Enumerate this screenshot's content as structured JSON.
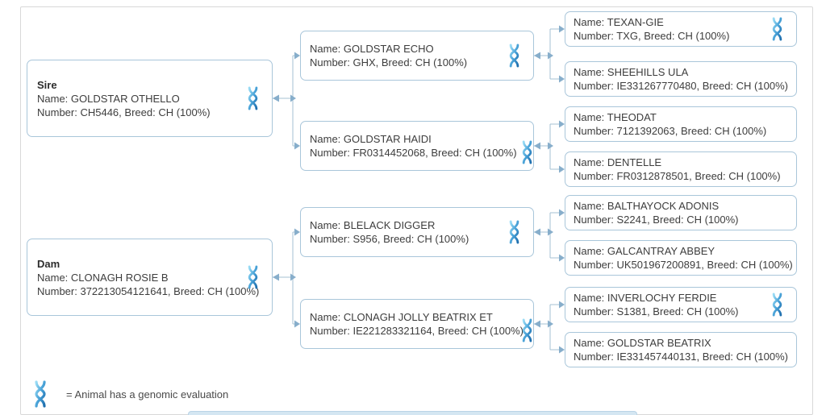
{
  "labels": {
    "name_prefix": "Name: ",
    "number_prefix": "Number: ",
    "breed_prefix": ", Breed: "
  },
  "legend": {
    "text": "= Animal has a genomic evaluation"
  },
  "colors": {
    "box_border": "#a9c6da",
    "panel_border": "#d8d8d8",
    "connector_line": "#a5c1d3",
    "connector_arrow": "#87aecb",
    "dna_light": "#9adcf5",
    "dna_dark": "#1f6fae",
    "text": "#3d3d3d"
  },
  "tree": {
    "sire": {
      "role": "Sire",
      "name": "GOLDSTAR OTHELLO",
      "number": "CH5446",
      "breed": "CH (100%)",
      "genomic": true
    },
    "dam": {
      "role": "Dam",
      "name": "CLONAGH ROSIE B",
      "number": "372213054121641",
      "breed": "CH (100%)",
      "genomic": true
    },
    "sire_sire": {
      "name": "GOLDSTAR ECHO",
      "number": "GHX",
      "breed": "CH (100%)",
      "genomic": true
    },
    "sire_dam": {
      "name": "GOLDSTAR HAIDI",
      "number": "FR0314452068",
      "breed": "CH (100%)",
      "genomic": true
    },
    "dam_sire": {
      "name": "BLELACK DIGGER",
      "number": "S956",
      "breed": "CH (100%)",
      "genomic": true
    },
    "dam_dam": {
      "name": "CLONAGH JOLLY BEATRIX ET",
      "number": "IE221283321164",
      "breed": "CH (100%)",
      "genomic": true
    },
    "sire_sire_sire": {
      "name": "TEXAN-GIE",
      "number": "TXG",
      "breed": "CH (100%)",
      "genomic": true
    },
    "sire_sire_dam": {
      "name": "SHEEHILLS ULA",
      "number": "IE331267770480",
      "breed": "CH (100%)",
      "genomic": false
    },
    "sire_dam_sire": {
      "name": "THEODAT",
      "number": "7121392063",
      "breed": "CH (100%)",
      "genomic": false
    },
    "sire_dam_dam": {
      "name": "DENTELLE",
      "number": "FR0312878501",
      "breed": "CH (100%)",
      "genomic": false
    },
    "dam_sire_sire": {
      "name": "BALTHAYOCK ADONIS",
      "number": "S2241",
      "breed": "CH (100%)",
      "genomic": false
    },
    "dam_sire_dam": {
      "name": "GALCANTRAY ABBEY",
      "number": "UK501967200891",
      "breed": "CH (100%)",
      "genomic": false
    },
    "dam_dam_sire": {
      "name": "INVERLOCHY FERDIE",
      "number": "S1381",
      "breed": "CH (100%)",
      "genomic": true
    },
    "dam_dam_dam": {
      "name": "GOLDSTAR BEATRIX",
      "number": "IE331457440131",
      "breed": "CH (100%)",
      "genomic": false
    }
  }
}
